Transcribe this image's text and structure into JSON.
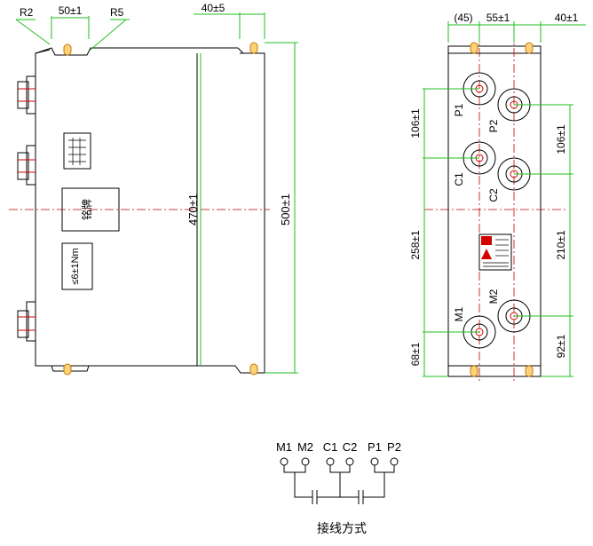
{
  "left_view": {
    "radius_left": "R2",
    "radius_right": "R5",
    "top_width": "50±1",
    "top_offset": "40±5",
    "inner_height": "470±1",
    "overall_height": "500±1",
    "nameplate": "铭牌",
    "torque_note": "≤6±1Nm"
  },
  "right_view": {
    "top_dims": [
      "(45)",
      "55±1",
      "40±1"
    ],
    "left_dims": [
      "106±1",
      "258±1",
      "68±1"
    ],
    "right_dims": [
      "106±1",
      "210±1",
      "92±1"
    ],
    "terminals": [
      "P1",
      "P2",
      "C1",
      "C2",
      "M1",
      "M2"
    ]
  },
  "wiring": {
    "labels": [
      "M1",
      "M2",
      "C1",
      "C2",
      "P1",
      "P2"
    ],
    "caption": "接线方式"
  },
  "colors": {
    "dimension": "#1fbf1f",
    "centerline": "#c00000",
    "outline": "#000000"
  }
}
